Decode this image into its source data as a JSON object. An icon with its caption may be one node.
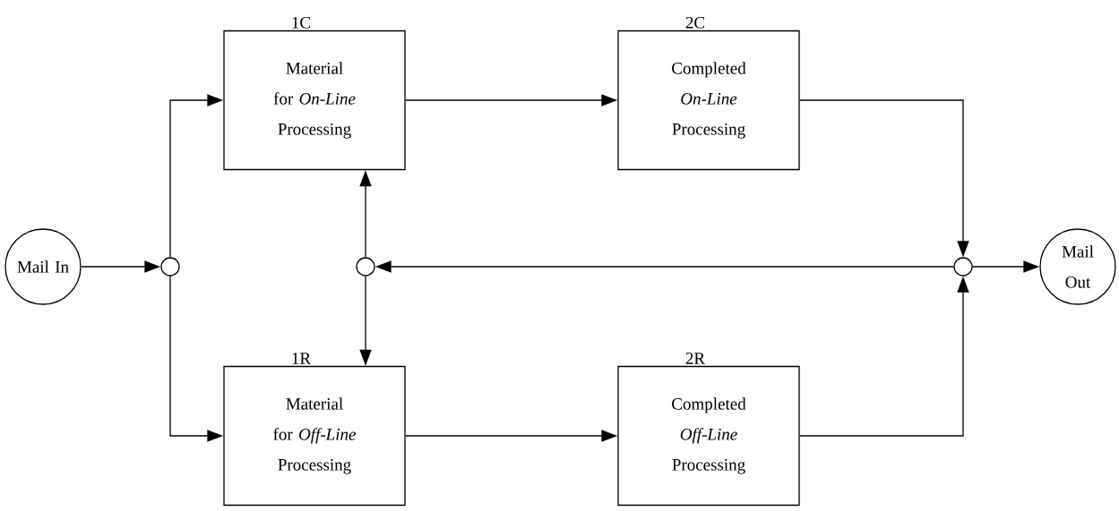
{
  "diagram": {
    "nodes": [
      {
        "text": [
          "Mail In"
        ]
      },
      {
        "text": [],
        "shape": "circle"
      },
      {
        "text": [
          "1C",
          "Material for *On-Line* Processing"
        ]
      },
      {
        "text": [
          "2C",
          "Completed *On-Line* Processing"
        ]
      },
      {
        "text": [],
        "shape": "circle"
      },
      {
        "text": [],
        "shape": "circle"
      },
      {
        "text": [
          "Mail Out"
        ]
      },
      {
        "text": [
          "1R",
          "Material for *Off-Line* Processing"
        ]
      },
      {
        "text": [
          "2R",
          "Completed *Off-Line* Processing"
        ]
      }
    ],
    "edges": [
      {
        "from": 0,
        "to": 1,
        "arrow": "to"
      },
      {
        "from": 1,
        "to": 2,
        "arrow": "to"
      },
      {
        "from": 1,
        "to": 7,
        "arrow": "to"
      },
      {
        "from": 2,
        "to": 3,
        "arrow": "to"
      },
      {
        "from": 7,
        "to": 8,
        "arrow": "to"
      },
      {
        "from": 3,
        "to": 5,
        "arrow": "to"
      },
      {
        "from": 8,
        "to": 5,
        "arrow": "to"
      },
      {
        "from": 5,
        "to": 4,
        "arrow": "to"
      },
      {
        "from": 4,
        "to": 2,
        "arrow": "to"
      },
      {
        "from": 4,
        "to": 7,
        "arrow": "to"
      },
      {
        "from": 5,
        "to": 6,
        "arrow": "to"
      }
    ]
  }
}
